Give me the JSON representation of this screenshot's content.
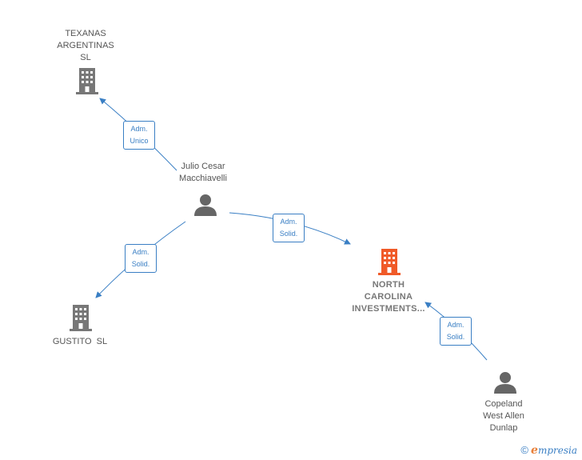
{
  "nodes": {
    "texanas": {
      "label": "TEXANAS\nARGENTINAS\nSL",
      "type": "company"
    },
    "julio": {
      "label": "Julio Cesar\nMacchiavelli",
      "type": "person"
    },
    "gustito": {
      "label": "GUSTITO  SL",
      "type": "company"
    },
    "north_carolina": {
      "label": "NORTH\nCAROLINA\nINVESTMENTS...",
      "type": "company-main"
    },
    "copeland": {
      "label": "Copeland\nWest Allen\nDunlap",
      "type": "person"
    }
  },
  "edges": [
    {
      "from": "julio",
      "to": "texanas",
      "label_line1": "Adm.",
      "label_line2": "Unico"
    },
    {
      "from": "julio",
      "to": "north_carolina",
      "label_line1": "Adm.",
      "label_line2": "Solid."
    },
    {
      "from": "julio",
      "to": "gustito",
      "label_line1": "Adm.",
      "label_line2": "Solid."
    },
    {
      "from": "copeland",
      "to": "north_carolina",
      "label_line1": "Adm.",
      "label_line2": "Solid."
    }
  ],
  "footer": {
    "copyright_symbol": "©",
    "brand_initial": "e",
    "brand_rest": "mpresia"
  },
  "colors": {
    "edge": "#3a7fc4",
    "company_icon": "#777777",
    "main_company_icon": "#f05a28",
    "person_icon": "#666666"
  }
}
